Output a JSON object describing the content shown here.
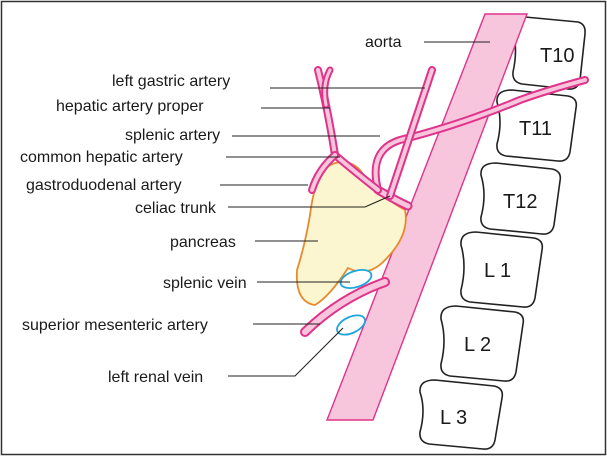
{
  "labels": {
    "aorta": "aorta",
    "left_gastric_artery": "left gastric artery",
    "hepatic_artery_proper": "hepatic artery proper",
    "splenic_artery": "splenic artery",
    "common_hepatic_artery": "common hepatic artery",
    "gastroduodenal_artery": "gastroduodenal artery",
    "celiac_trunk": "celiac trunk",
    "pancreas": "pancreas",
    "splenic_vein": "splenic vein",
    "superior_mesenteric_artery": "superior mesenteric artery",
    "left_renal_vein": "left renal vein"
  },
  "vertebrae": [
    "T10",
    "T11",
    "T12",
    "L 1",
    "L 2",
    "L 3"
  ],
  "colors": {
    "artery": "#e0338a",
    "artery_fill": "#f7c6dc",
    "pancreas_fill": "#fbf6cf",
    "pancreas_stroke": "#e58b2e",
    "vein": "#1ca6dc"
  }
}
